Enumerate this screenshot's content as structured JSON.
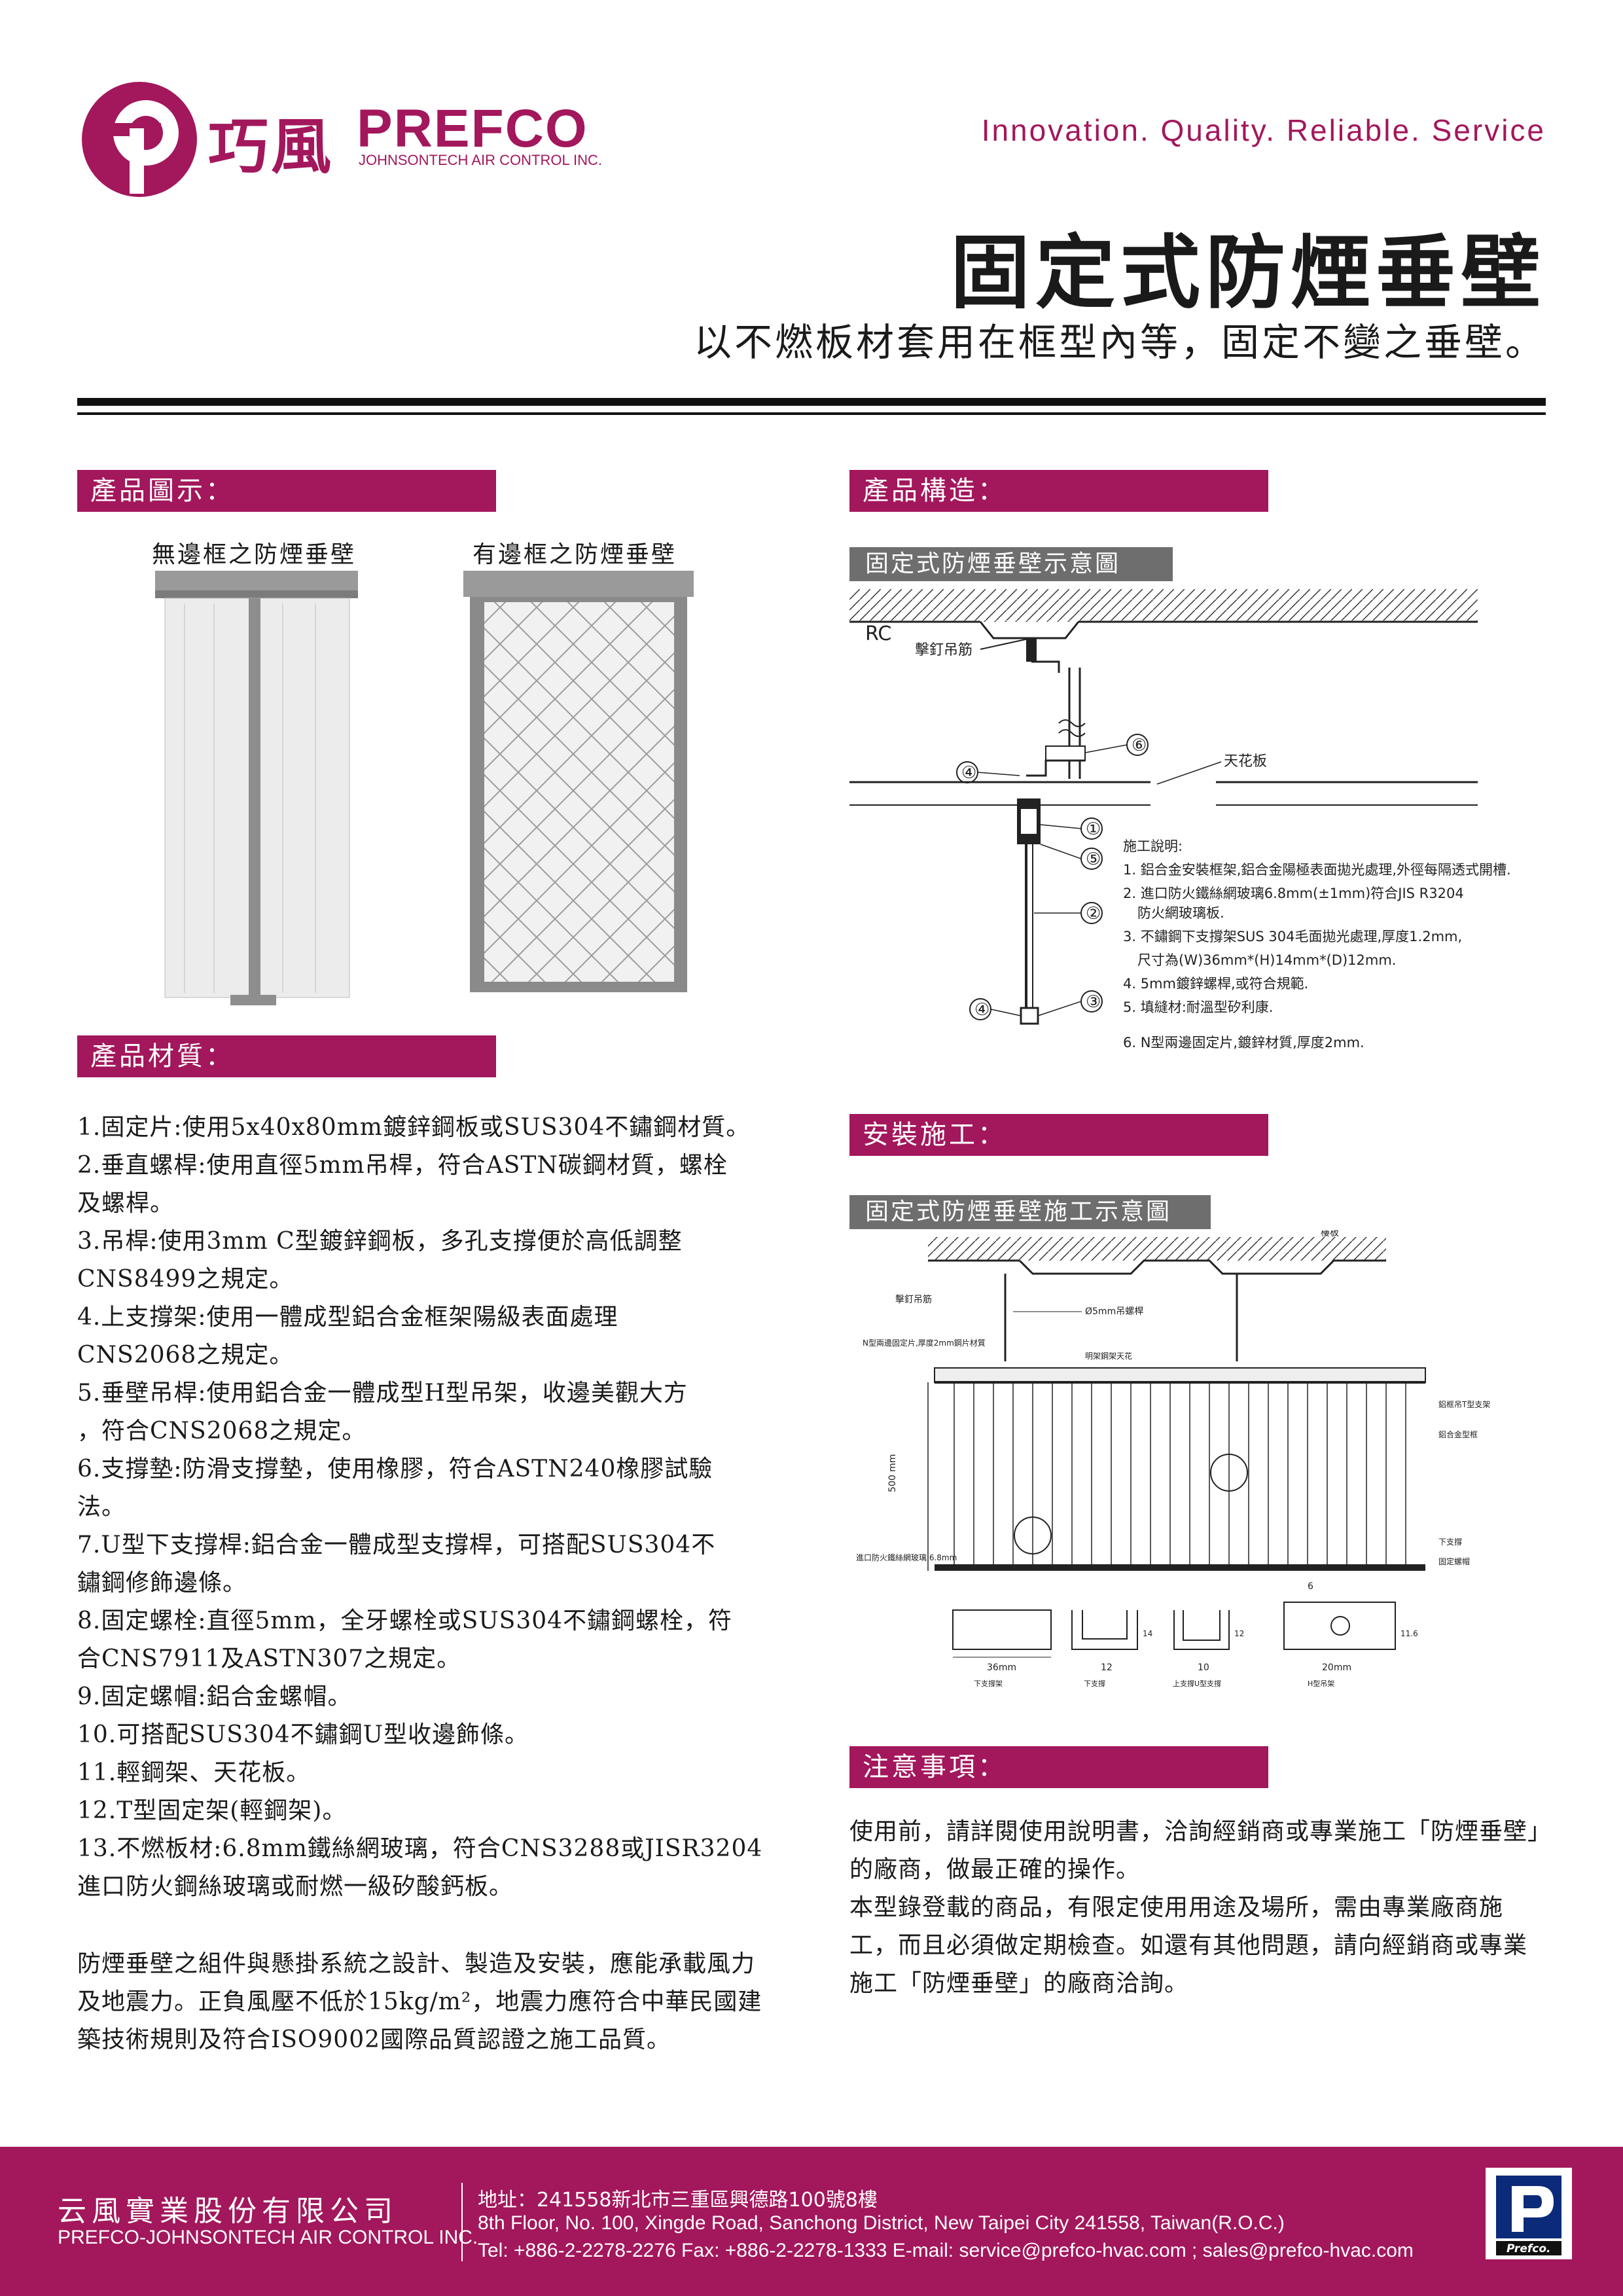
{
  "header": {
    "logo_cn": "巧風",
    "logo_en": "PREFCO",
    "logo_sub": "JOHNSONTECH AIR CONTROL INC.",
    "slogan": "Innovation. Quality. Reliable. Service",
    "title": "固定式防煙垂壁",
    "subtitle": "以不燃板材套用在框型內等，固定不變之垂壁。"
  },
  "sections": {
    "product_images": "產品圖示：",
    "product_structure": "產品構造：",
    "product_materials": "產品材質：",
    "installation": "安裝施工：",
    "notes": "注意事項："
  },
  "photos": {
    "left_caption": "無邊框之防煙垂壁",
    "right_caption": "有邊框之防煙垂壁"
  },
  "structure_diagram": {
    "tag": "固定式防煙垂壁示意圖",
    "rc": "RC",
    "anchor_label": "擊釘吊筋",
    "ceiling_label": "天花板",
    "notes_title": "施工說明:",
    "notes": [
      "1. 鋁合金安裝框架,鋁合金陽極表面拋光處理,外徑每隔透式開槽.",
      "2. 進口防火鐵絲網玻璃6.8mm(±1mm)符合JIS R3204",
      "防火網玻璃板.",
      "3. 不鏽鋼下支撐架SUS 304毛面拋光處理,厚度1.2mm,",
      "尺寸為(W)36mm*(H)14mm*(D)12mm.",
      "4. 5mm鍍鋅螺桿,或符合規範.",
      "5. 填縫材:耐溫型矽利康.",
      "6. N型兩邊固定片,鍍鋅材質,厚度2mm."
    ],
    "callouts": [
      "①",
      "②",
      "③",
      "④",
      "⑤",
      "⑥",
      "④"
    ]
  },
  "install_diagram": {
    "tag": "固定式防煙垂壁施工示意圖",
    "labels": {
      "slab": "樓板",
      "anchor": "擊釘吊筋",
      "rod": "Ø5mm吊螺桿",
      "nbracket": "N型兩邊固定片,厚度2mm鋼片材質",
      "tee": "明架鋼架天花",
      "frame_right": "鋁框吊T型支架",
      "frame_right2": "鋁合金型框",
      "height": "500 mm",
      "glass": "進口防火鐵絲網玻璃 6.8mm",
      "bottom_right": "下支撐",
      "bottom_right2": "固定螺帽",
      "dim6": "6"
    },
    "sections": [
      {
        "dim": "36mm",
        "cap": "下支撐架"
      },
      {
        "dim": "12",
        "cap": "下支撐"
      },
      {
        "dim": "10",
        "cap": "上支撐U型支撐"
      },
      {
        "dim": "20mm",
        "cap": "H型吊架"
      }
    ],
    "side_dims": [
      "14",
      "12",
      "11.6"
    ]
  },
  "materials": [
    "1.固定片:使用5x40x80mm鍍鋅鋼板或SUS304不鏽鋼材質。",
    "2.垂直螺桿:使用直徑5mm吊桿，符合ASTN碳鋼材質，螺栓\n及螺桿。",
    "3.吊桿:使用3mm C型鍍鋅鋼板，多孔支撐便於高低調整\nCNS8499之規定。",
    "4.上支撐架:使用一體成型鋁合金框架陽級表面處理\nCNS2068之規定。",
    "5.垂壁吊桿:使用鋁合金一體成型H型吊架，收邊美觀大方\n，符合CNS2068之規定。",
    "6.支撐墊:防滑支撐墊，使用橡膠，符合ASTN240橡膠試驗\n法。",
    "7.U型下支撐桿:鋁合金一體成型支撐桿，可搭配SUS304不\n鏽鋼修飾邊條。",
    "8.固定螺栓:直徑5mm，全牙螺栓或SUS304不鏽鋼螺栓，符\n合CNS7911及ASTN307之規定。",
    "9.固定螺帽:鋁合金螺帽。",
    "10.可搭配SUS304不鏽鋼U型收邊飾條。",
    "11.輕鋼架、天花板。",
    "12.T型固定架(輕鋼架)。",
    "13.不燃板材:6.8mm鐵絲網玻璃，符合CNS3288或JISR3204\n進口防火鋼絲玻璃或耐燃一級矽酸鈣板。"
  ],
  "materials_note": "防煙垂壁之組件與懸掛系統之設計、製造及安裝，應能承載風力及地震力。正負風壓不低於15kg/m²，地震力應符合中華民國建築技術規則及符合ISO9002國際品質認證之施工品質。",
  "notes_text": [
    "使用前，請詳閱使用說明書，洽詢經銷商或專業施工「防煙垂壁」的廠商，做最正確的操作。",
    "本型錄登載的商品，有限定使用用途及場所，需由專業廠商施工，而且必須做定期檢查。如還有其他問題，請向經銷商或專業施工「防煙垂壁」的廠商洽詢。"
  ],
  "footer": {
    "company_cn": "云風實業股份有限公司",
    "company_en": "PREFCO-JOHNSONTECH AIR CONTROL INC.",
    "address_cn": "地址：241558新北市三重區興德路100號8樓",
    "address_en": "8th Floor, No. 100, Xingde Road, Sanchong District, New Taipei City 241558, Taiwan(R.O.C.)",
    "contact": "Tel: +886-2-2278-2276    Fax: +886-2-2278-1333    E-mail: service@prefco-hvac.com ; sales@prefco-hvac.com",
    "logo_text": "Prefco."
  },
  "colors": {
    "brand": "#a3175c",
    "tag_gray": "#6e6e6e"
  }
}
